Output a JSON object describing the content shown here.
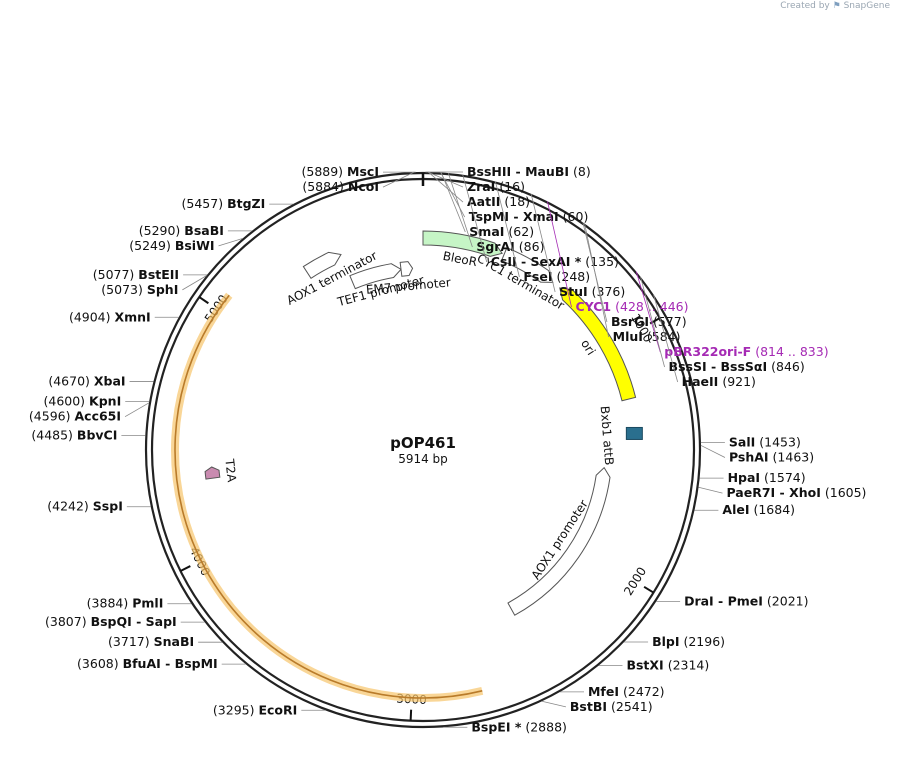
{
  "brand": {
    "created_by": "Created by",
    "app": "SnapGene"
  },
  "plasmid": {
    "name": "pOP461",
    "size_label": "5914 bp",
    "length": 5914
  },
  "colors": {
    "bleoR": "#c6f5c6",
    "ori": "#ffff00",
    "cds_highlight": "#f7c56b",
    "cds_arrow": "#b97b2a",
    "t2a": "#c98bb0",
    "attB": "#2a6f8e",
    "primer": "#a52ab4",
    "backbone": "#222222"
  },
  "ticks": [
    {
      "pos": 1000,
      "label": "1000"
    },
    {
      "pos": 2000,
      "label": "2000"
    },
    {
      "pos": 3000,
      "label": "3000"
    },
    {
      "pos": 4000,
      "label": "4000"
    },
    {
      "pos": 5000,
      "label": "5000"
    }
  ],
  "features": [
    {
      "name": "BleoR",
      "type": "cds",
      "start": 5914,
      "end": 360,
      "direction": "forward",
      "color": "#c6f5c6"
    },
    {
      "name": "CYC1 terminator",
      "type": "terminator",
      "start": 370,
      "end": 620,
      "direction": "forward",
      "color": "#ffffff"
    },
    {
      "name": "ori",
      "type": "rep_origin",
      "start": 660,
      "end": 1250,
      "direction": "reverse",
      "color": "#ffff00"
    },
    {
      "name": "Bxb1 attB",
      "type": "misc",
      "start": 1380,
      "end": 1430,
      "direction": "none",
      "color": "#2a6f8e"
    },
    {
      "name": "AOX1 promoter",
      "type": "promoter",
      "start": 1570,
      "end": 2480,
      "direction": "reverse",
      "color": "#ffffff"
    },
    {
      "name": "T2A",
      "type": "misc",
      "start": 4310,
      "end": 4360,
      "direction": "forward",
      "color": "#c98bb0"
    },
    {
      "name": "",
      "type": "orf",
      "start": 2730,
      "end": 5070,
      "direction": "forward",
      "color": "#f7c56b"
    },
    {
      "name": "AOX1 terminator",
      "type": "terminator",
      "start": 5370,
      "end": 5540,
      "direction": "forward",
      "color": "#ffffff"
    },
    {
      "name": "TEF1 promoter",
      "type": "promoter",
      "start": 5540,
      "end": 5800,
      "direction": "forward",
      "color": "#ffffff"
    },
    {
      "name": "EM7 promoter",
      "type": "promoter",
      "start": 5800,
      "end": 5860,
      "direction": "forward",
      "color": "#ffffff"
    }
  ],
  "sites": [
    {
      "label": "MscI",
      "num": "(5889)",
      "pos": 5889
    },
    {
      "label": "NcoI",
      "num": "(5884)",
      "pos": 5884
    },
    {
      "label": "BssHII  - MauBI",
      "num": "(8)",
      "pos": 8
    },
    {
      "label": "ZraI",
      "num": "(16)",
      "pos": 16
    },
    {
      "label": "AatII",
      "num": "(18)",
      "pos": 18
    },
    {
      "label": "TspMI  - XmaI",
      "num": "(60)",
      "pos": 60
    },
    {
      "label": "SmaI",
      "num": "(62)",
      "pos": 62
    },
    {
      "label": "SgrAI",
      "num": "(86)",
      "pos": 86
    },
    {
      "label": "CsII  - SexAI *",
      "num": "(135)",
      "pos": 135
    },
    {
      "label": "FseI",
      "num": "(248)",
      "pos": 248
    },
    {
      "label": "StuI",
      "num": "(376)",
      "pos": 376
    },
    {
      "label": "CYC1",
      "num": "(428 .. 446)",
      "pos": 437,
      "primer": true
    },
    {
      "label": "BsrGI",
      "num": "(577)",
      "pos": 577
    },
    {
      "label": "MluI",
      "num": "(584)",
      "pos": 584
    },
    {
      "label": "pBR322ori-F",
      "num": "(814 .. 833)",
      "pos": 823,
      "primer": true
    },
    {
      "label": "BssSI  - BssSαI",
      "num": "(846)",
      "pos": 846
    },
    {
      "label": "HaeII",
      "num": "(921)",
      "pos": 921
    },
    {
      "label": "SalI",
      "num": "(1453)",
      "pos": 1453
    },
    {
      "label": "PshAI",
      "num": "(1463)",
      "pos": 1463
    },
    {
      "label": "HpaI",
      "num": "(1574)",
      "pos": 1574
    },
    {
      "label": "PaeR7I  - XhoI",
      "num": "(1605)",
      "pos": 1605
    },
    {
      "label": "AleI",
      "num": "(1684)",
      "pos": 1684
    },
    {
      "label": "DraI  - PmeI",
      "num": "(2021)",
      "pos": 2021
    },
    {
      "label": "BlpI",
      "num": "(2196)",
      "pos": 2196
    },
    {
      "label": "BstXI",
      "num": "(2314)",
      "pos": 2314
    },
    {
      "label": "MfeI",
      "num": "(2472)",
      "pos": 2472
    },
    {
      "label": "BstBI",
      "num": "(2541)",
      "pos": 2541
    },
    {
      "label": "BspEI *",
      "num": "(2888)",
      "pos": 2888
    },
    {
      "label": "EcoRI",
      "num": "(3295)",
      "pos": 3295
    },
    {
      "label": "BfuAI  - BspMI",
      "num": "(3608)",
      "pos": 3608
    },
    {
      "label": "SnaBI",
      "num": "(3717)",
      "pos": 3717
    },
    {
      "label": "BspQI  - SapI",
      "num": "(3807)",
      "pos": 3807
    },
    {
      "label": "PmlI",
      "num": "(3884)",
      "pos": 3884
    },
    {
      "label": "SspI",
      "num": "(4242)",
      "pos": 4242
    },
    {
      "label": "BbvCI",
      "num": "(4485)",
      "pos": 4485
    },
    {
      "label": "Acc65I",
      "num": "(4596)",
      "pos": 4596
    },
    {
      "label": "KpnI",
      "num": "(4600)",
      "pos": 4600
    },
    {
      "label": "XbaI",
      "num": "(4670)",
      "pos": 4670
    },
    {
      "label": "XmnI",
      "num": "(4904)",
      "pos": 4904
    },
    {
      "label": "SphI",
      "num": "(5073)",
      "pos": 5073
    },
    {
      "label": "BstEII",
      "num": "(5077)",
      "pos": 5077
    },
    {
      "label": "BsiWI",
      "num": "(5249)",
      "pos": 5249
    },
    {
      "label": "BsaBI",
      "num": "(5290)",
      "pos": 5290
    },
    {
      "label": "BtgZI",
      "num": "(5457)",
      "pos": 5457
    }
  ]
}
